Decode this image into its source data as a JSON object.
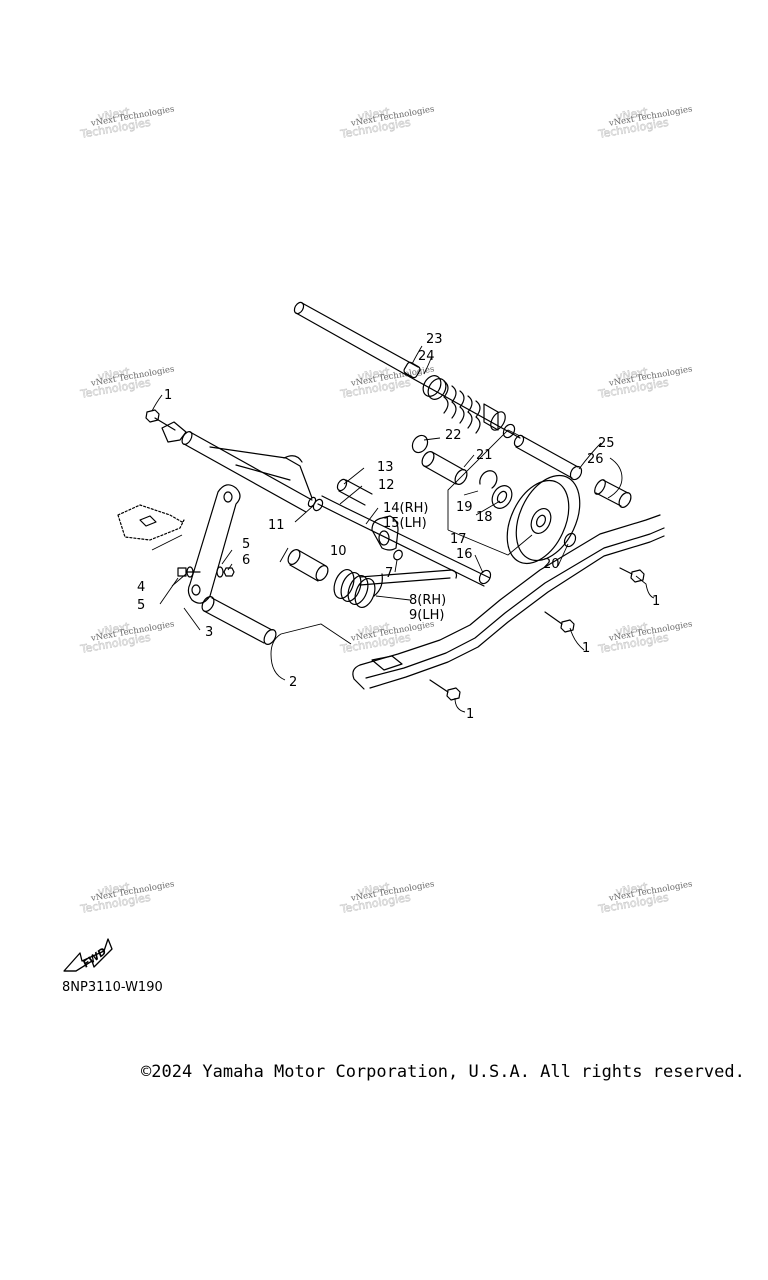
{
  "watermark_text": "vNext Technologies",
  "figure_code": "8NP3110-W190",
  "fwd_label": "FWD",
  "copyright": "©2024 Yamaha Motor Corporation, U.S.A. All rights reserved.",
  "callouts": {
    "c1a": "1",
    "c1b": "1",
    "c1c": "1",
    "c1d": "1",
    "c2": "2",
    "c3": "3",
    "c4": "4",
    "c5a": "5",
    "c5b": "5",
    "c6": "6",
    "c7": "7",
    "c8": "8(RH)",
    "c9": "9(LH)",
    "c10": "10",
    "c11": "11",
    "c12": "12",
    "c13": "13",
    "c14": "14(RH)",
    "c15": "15(LH)",
    "c16": "16",
    "c17": "17",
    "c18": "18",
    "c19": "19",
    "c20": "20",
    "c21": "21",
    "c22": "22",
    "c23": "23",
    "c24": "24",
    "c25": "25",
    "c26": "26"
  },
  "colors": {
    "line": "#000000",
    "watermark": "#6a6a6a"
  }
}
